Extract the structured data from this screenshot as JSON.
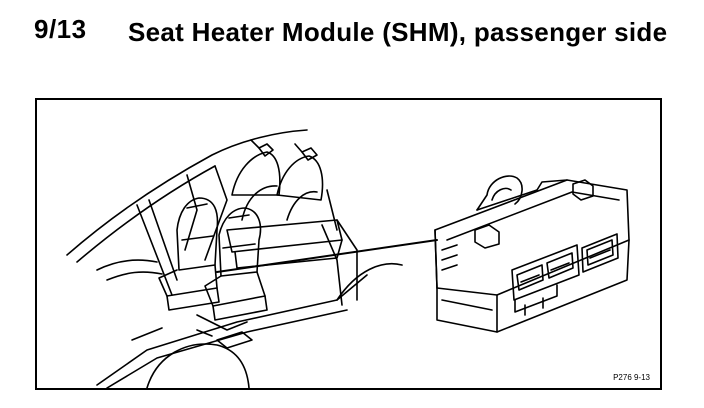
{
  "header": {
    "section_number": "9/13",
    "title": "Seat Heater Module (SHM), passenger side"
  },
  "figure": {
    "code": "P276 9-13"
  }
}
